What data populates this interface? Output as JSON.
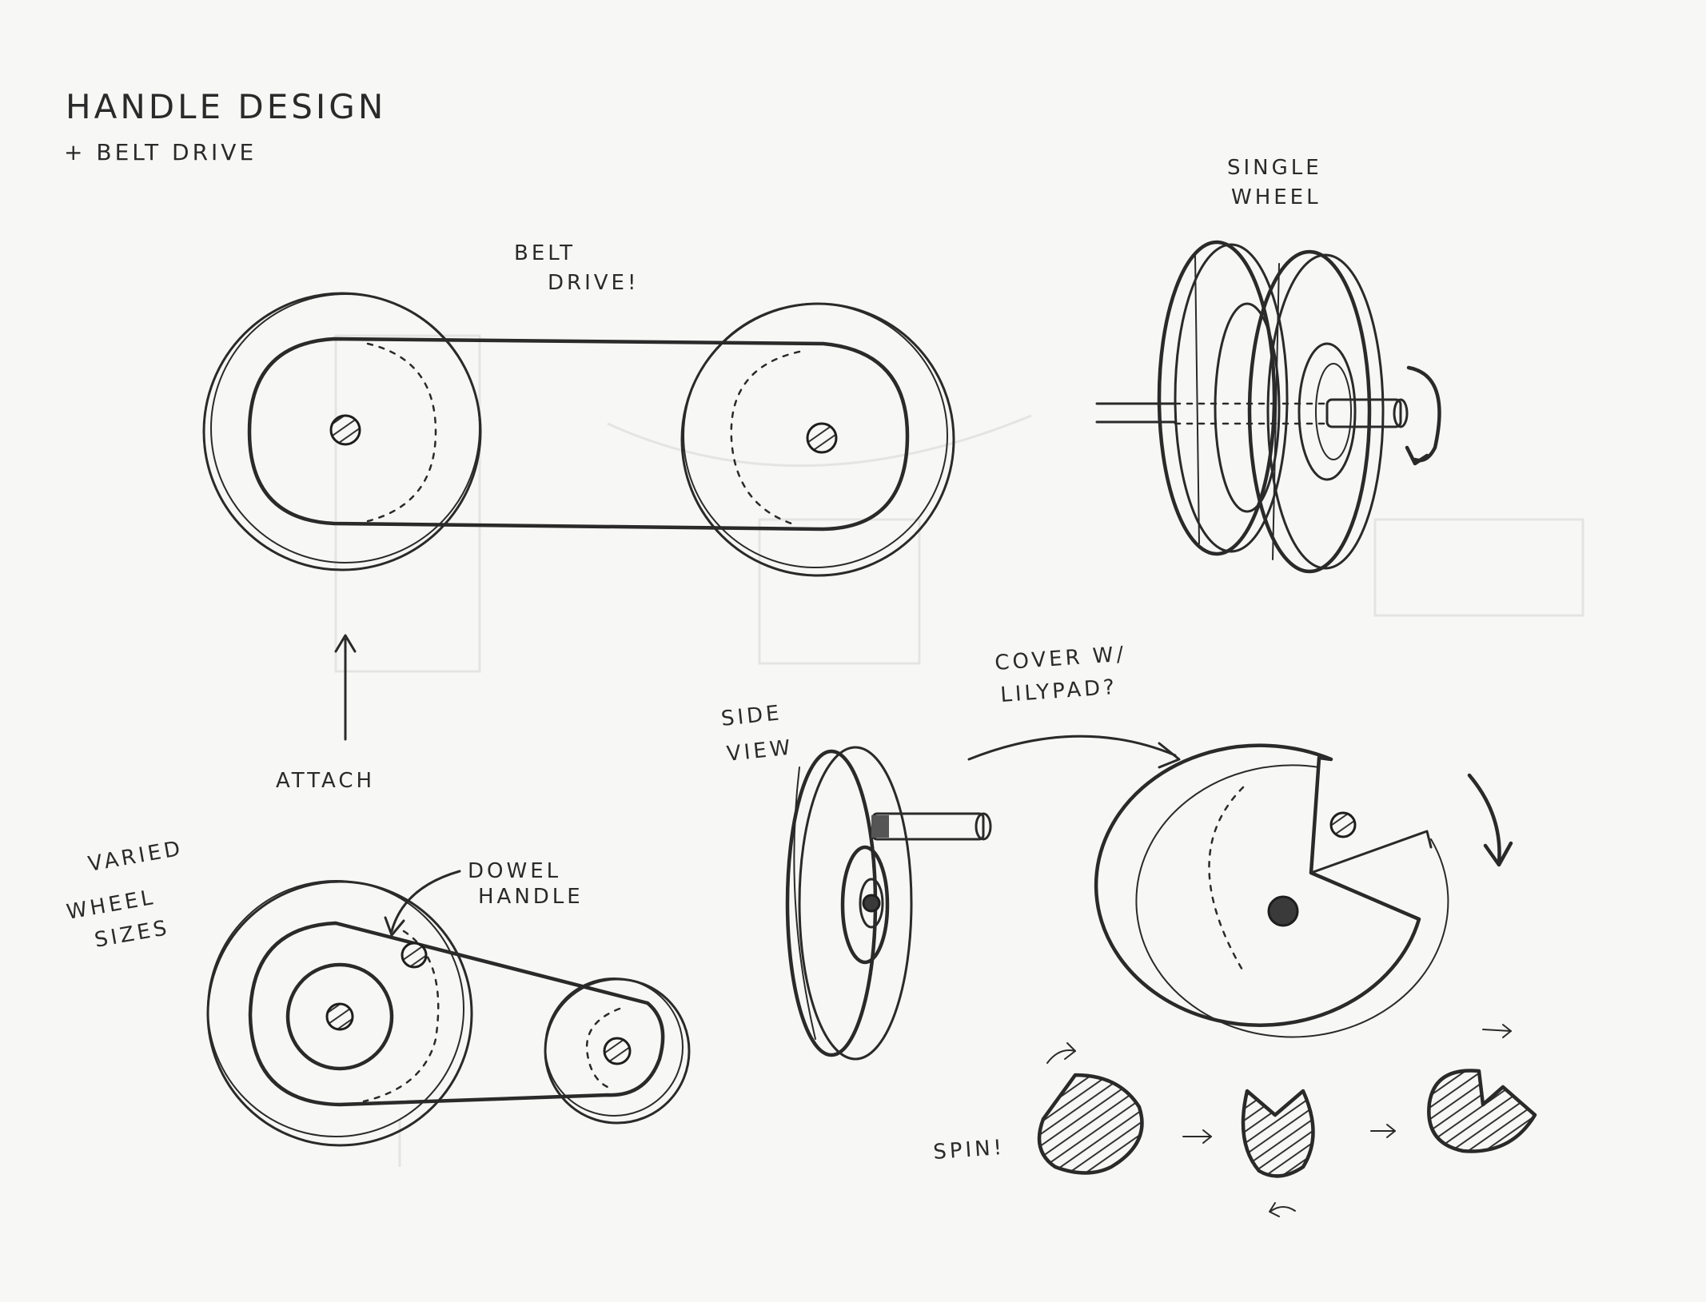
{
  "title": "HANDLE DESIGN",
  "subtitle": "+ BELT DRIVE",
  "labels": {
    "belt_drive_1": "BELT",
    "belt_drive_2": "DRIVE!",
    "single_wheel_1": "SINGLE",
    "single_wheel_2": "WHEEL",
    "attach": "ATTACH",
    "varied_1": "VARIED",
    "varied_2": "WHEEL",
    "varied_3": "SIZES",
    "dowel_1": "DOWEL",
    "dowel_2": "HANDLE",
    "side_view_1": "SIDE",
    "side_view_2": "VIEW",
    "cover_1": "COVER W/",
    "cover_2": "LILYPAD?",
    "spin": "SPIN!"
  },
  "colors": {
    "paper": "#f7f7f6",
    "ink": "#2a2a2a"
  }
}
